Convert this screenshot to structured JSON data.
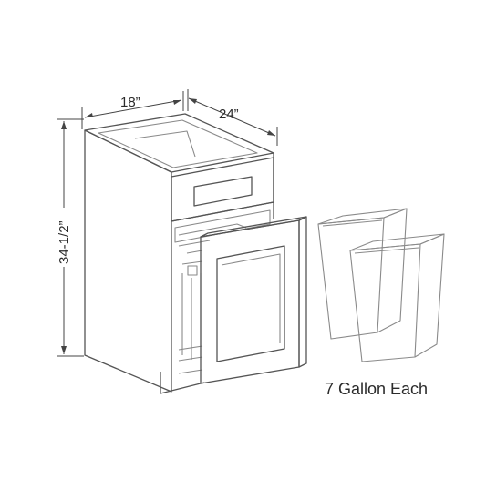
{
  "dimensions": {
    "width": "18”",
    "depth": "24”",
    "height": "34-1/2”"
  },
  "caption": "7 Gallon Each"
}
